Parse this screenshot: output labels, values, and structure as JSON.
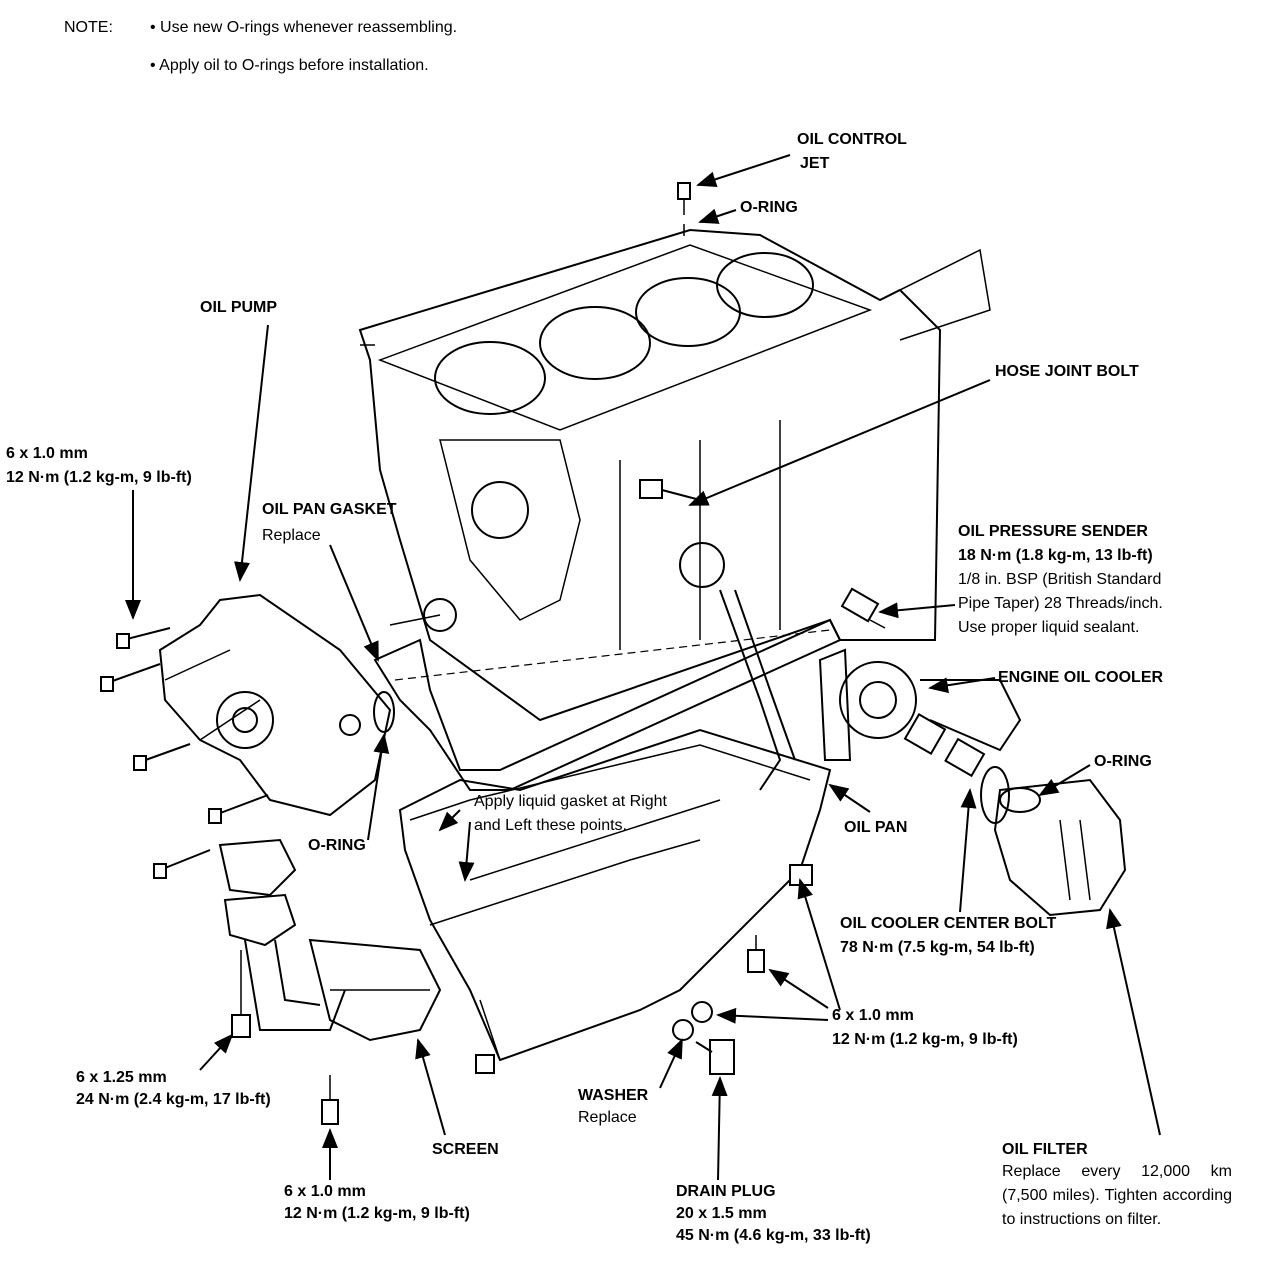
{
  "note": {
    "label": "NOTE:",
    "line1": "• Use new O-rings whenever reassembling.",
    "line2": "• Apply oil to O-rings before installation."
  },
  "labels": {
    "oil_control_jet_1": "OIL CONTROL",
    "oil_control_jet_2": "JET",
    "o_ring_top": "O-RING",
    "oil_pump": "OIL PUMP",
    "hose_joint_bolt": "HOSE JOINT BOLT",
    "bolt_left_size": "6 x 1.0 mm",
    "bolt_left_torque": "12 N·m (1.2 kg-m, 9 lb-ft)",
    "oil_pan_gasket": "OIL PAN GASKET",
    "oil_pan_gasket_note": "Replace",
    "oil_pressure_sender": "OIL PRESSURE SENDER",
    "oil_pressure_torque": "18 N·m (1.8 kg-m, 13 lb-ft)",
    "oil_pressure_spec1": "1/8 in. BSP (British Standard",
    "oil_pressure_spec2": "Pipe Taper) 28 Threads/inch.",
    "oil_pressure_spec3": "Use proper liquid sealant.",
    "engine_oil_cooler": "ENGINE OIL COOLER",
    "o_ring_filter": "O-RING",
    "liquid_gasket_1": "Apply liquid gasket at Right",
    "liquid_gasket_2": "and Left these points.",
    "oil_pan": "OIL PAN",
    "o_ring_pump": "O-RING",
    "cooler_bolt": "OIL COOLER CENTER BOLT",
    "cooler_bolt_torque": "78 N·m (7.5 kg-m, 54 lb-ft)",
    "bolt_right_size": "6 x 1.0 mm",
    "bolt_right_torque": "12 N·m (1.2 kg-m, 9 lb-ft)",
    "bolt_screen_size": "6 x 1.25 mm",
    "bolt_screen_torque": "24 N·m (2.4 kg-m, 17 lb-ft)",
    "washer": "WASHER",
    "washer_note": "Replace",
    "screen": "SCREEN",
    "bolt_bottom_size": "6 x 1.0 mm",
    "bolt_bottom_torque": "12 N·m (1.2 kg-m, 9 lb-ft)",
    "drain_plug": "DRAIN PLUG",
    "drain_plug_size": "20 x 1.5 mm",
    "drain_plug_torque": "45 N·m (4.6 kg-m, 33 lb-ft)",
    "oil_filter": "OIL FILTER",
    "oil_filter_note": "Replace every 12,000 km (7,500 miles). Tighten according to instructions on filter."
  }
}
